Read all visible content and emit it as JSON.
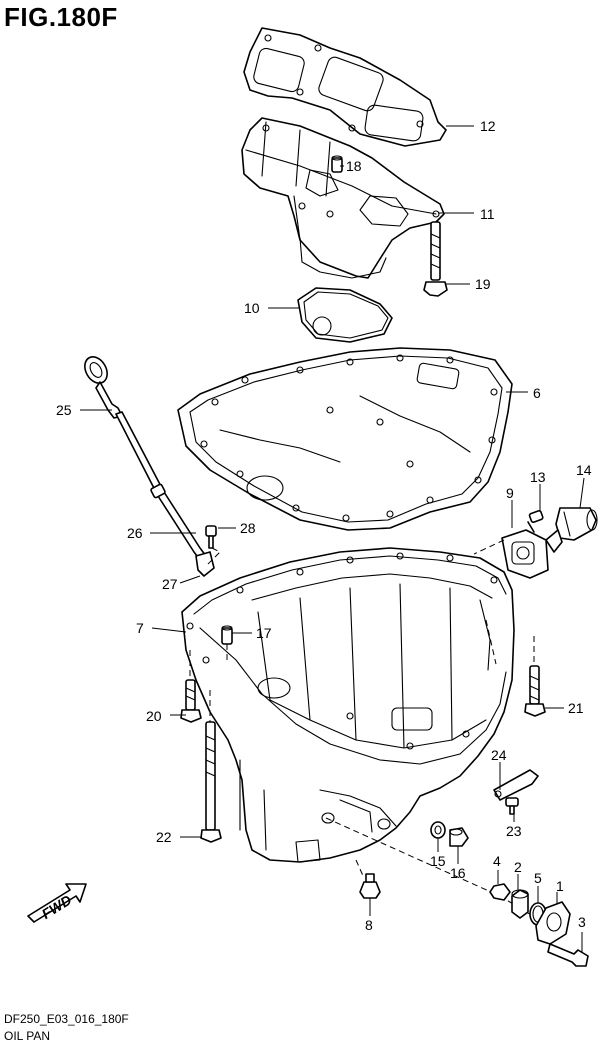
{
  "figure": {
    "title": "FIG.180F",
    "code": "DF250_E03_016_180F",
    "name": "OIL PAN"
  },
  "direction_badge": {
    "label": "FWD"
  },
  "callouts": [
    "1",
    "2",
    "3",
    "4",
    "5",
    "6",
    "7",
    "8",
    "9",
    "10",
    "11",
    "12",
    "13",
    "14",
    "15",
    "16",
    "17",
    "18",
    "19",
    "20",
    "21",
    "22",
    "23",
    "24",
    "25",
    "26",
    "27",
    "28"
  ]
}
